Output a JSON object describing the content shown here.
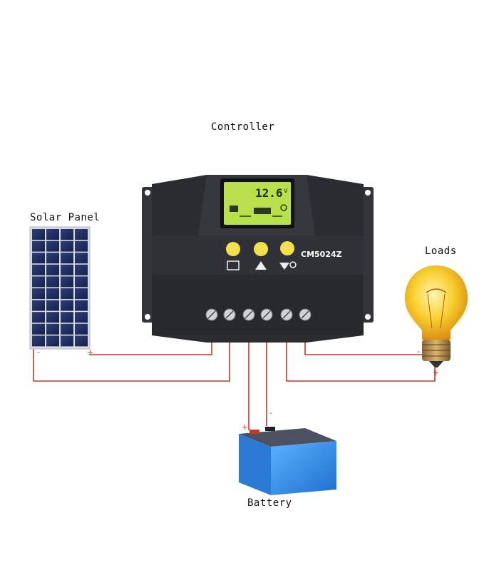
{
  "labels": {
    "controller": "Controller",
    "solar_panel": "Solar Panel",
    "loads": "Loads",
    "battery": "Battery"
  },
  "controller": {
    "model": "CM5024Z",
    "lcd_value": "12.6",
    "lcd_unit": "V",
    "buttons": [
      "left-button",
      "center-button",
      "right-button"
    ]
  },
  "polarity": {
    "solar_neg": "-",
    "solar_pos": "+",
    "battery_pos": "+",
    "battery_neg": "-",
    "load_neg": "-",
    "load_pos": "+"
  },
  "colors": {
    "wire": "#c0392b",
    "controller_body": "#2e2f33",
    "lcd": "#b7e04a",
    "button": "#f3e04a",
    "battery": "#2f8fe6",
    "bulb": "#f7c52a"
  }
}
